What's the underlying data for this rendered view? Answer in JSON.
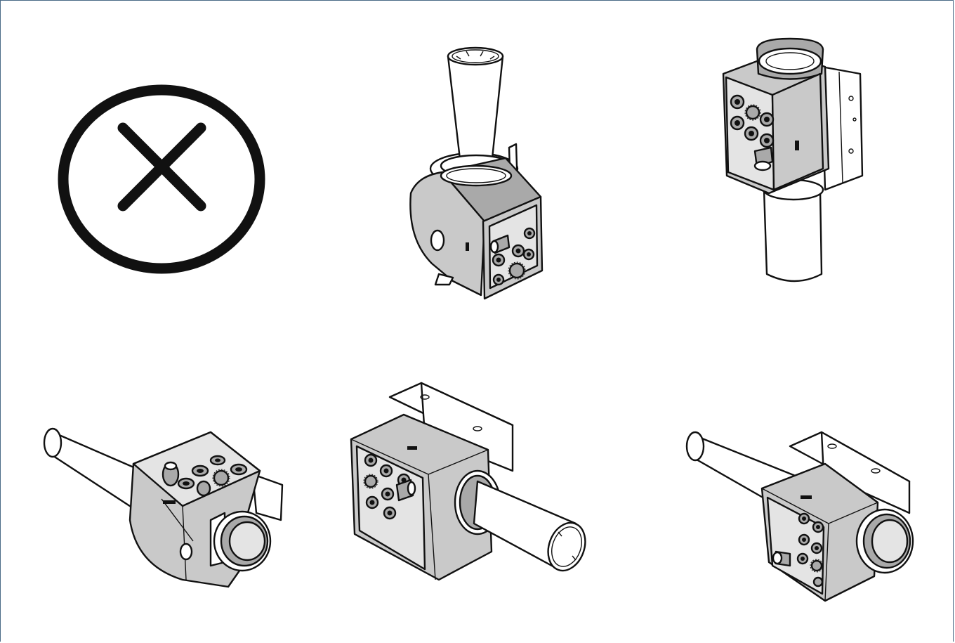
{
  "figure": {
    "border_color": "#4a6a86",
    "unit_fill_color": "#c9c9c9",
    "icon_color": "#111111"
  },
  "panels": [
    {
      "position": "top-left",
      "depicts": "prohibited-symbol",
      "icon": "circled-x-icon"
    },
    {
      "position": "top-center",
      "depicts": "unit-tube-up"
    },
    {
      "position": "top-right",
      "depicts": "unit-tube-down"
    },
    {
      "position": "bottom-left",
      "depicts": "unit-horizontal-ports-up"
    },
    {
      "position": "bottom-center",
      "depicts": "unit-horizontal-tube-right"
    },
    {
      "position": "bottom-right",
      "depicts": "unit-horizontal-ports-front"
    }
  ]
}
